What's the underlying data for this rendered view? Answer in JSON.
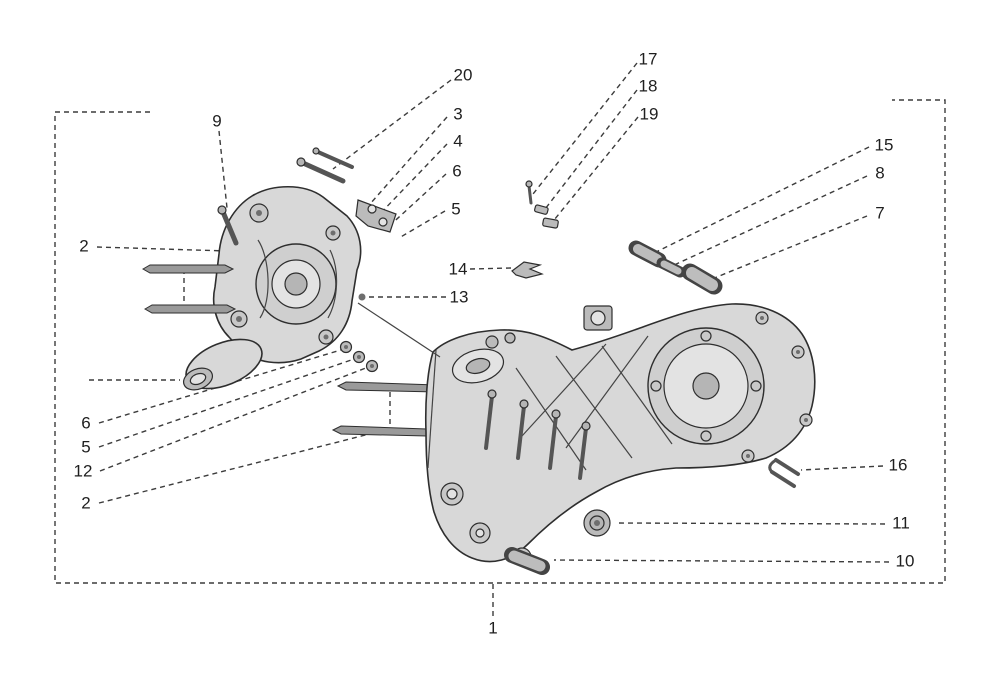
{
  "figure": {
    "type": "exploded-parts-diagram",
    "subject": "engine crankcase assembly with numbered part callouts",
    "colors": {
      "background": "#ffffff",
      "line": "#3c3c3c",
      "metal_fill": "#d8d8d8"
    },
    "callouts": [
      {
        "text": "20"
      },
      {
        "text": "3"
      },
      {
        "text": "4"
      },
      {
        "text": "6"
      },
      {
        "text": "5"
      },
      {
        "text": "17"
      },
      {
        "text": "18"
      },
      {
        "text": "19"
      },
      {
        "text": "15"
      },
      {
        "text": "8"
      },
      {
        "text": "7"
      },
      {
        "text": "9"
      },
      {
        "text": "2"
      },
      {
        "text": "14"
      },
      {
        "text": "13"
      },
      {
        "text": "6"
      },
      {
        "text": "5"
      },
      {
        "text": "12"
      },
      {
        "text": "2"
      },
      {
        "text": "16"
      },
      {
        "text": "11"
      },
      {
        "text": "10"
      },
      {
        "text": "1"
      }
    ]
  }
}
